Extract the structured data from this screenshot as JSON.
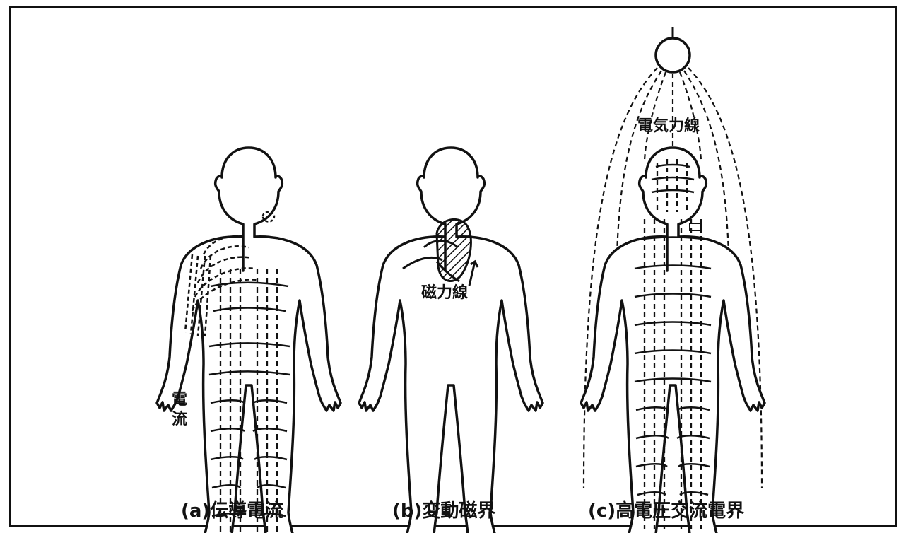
{
  "captions": {
    "a": "(a)伝導電流",
    "b": "(b)変動磁界",
    "c": "(c)高電圧交流電界"
  },
  "labels": {
    "current": "電流",
    "magnetic_flux_lines": "磁力線",
    "electric_field_lines": "電気力線"
  },
  "colors": {
    "line": "#111111",
    "background": "#ffffff"
  }
}
